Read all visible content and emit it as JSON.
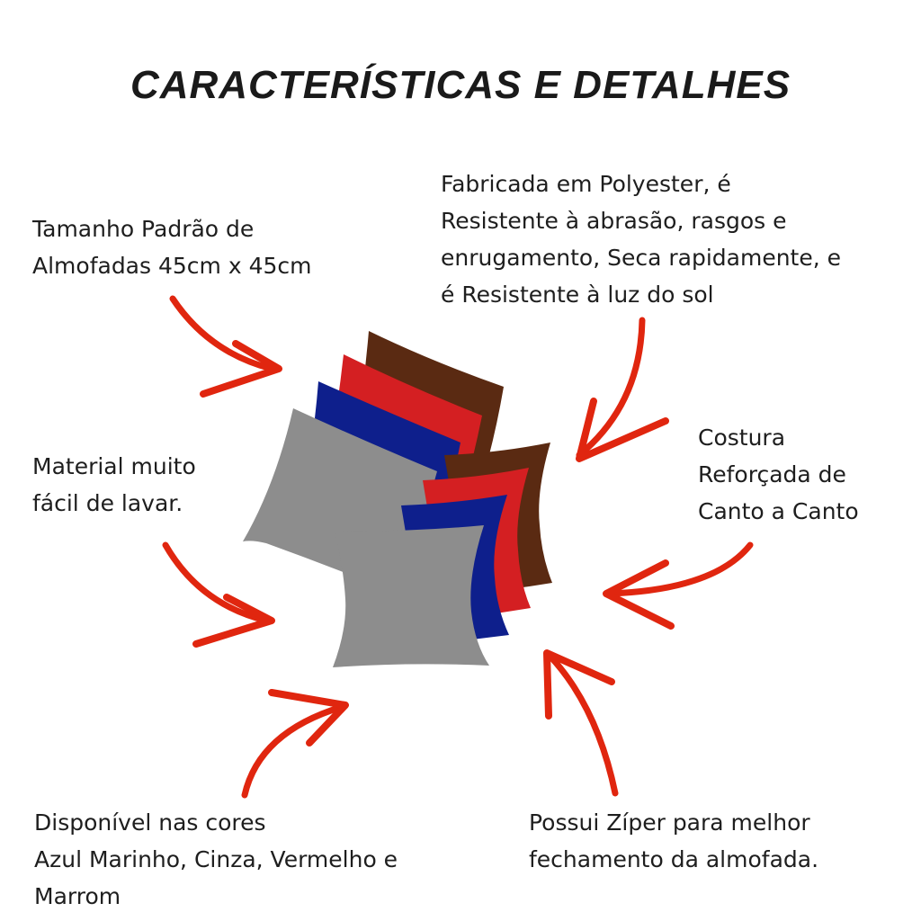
{
  "title": "CARACTERÍSTICAS E DETALHES",
  "notes": {
    "size": [
      "Tamanho Padrão de",
      "Almofadas 45cm x 45cm"
    ],
    "fabric": [
      "Fabricada em Polyester, é",
      "Resistente à abrasão, rasgos e",
      "enrugamento, Seca rapidamente, e",
      "é Resistente à luz do sol"
    ],
    "washing": [
      "Material muito",
      "fácil de lavar."
    ],
    "seam": [
      "Costura",
      "Reforçada de",
      "Canto a Canto"
    ],
    "colors": [
      "Disponível nas cores",
      "Azul Marinho, Cinza, Vermelho e",
      "Marrom"
    ],
    "zipper": [
      "Possui Zíper para melhor",
      "fechamento da almofada."
    ]
  },
  "colors": {
    "arrow": "#e0260f",
    "brown": "#5a2a12",
    "red": "#d41f22",
    "navy": "#0e1f8c",
    "gray": "#8d8d8d"
  }
}
